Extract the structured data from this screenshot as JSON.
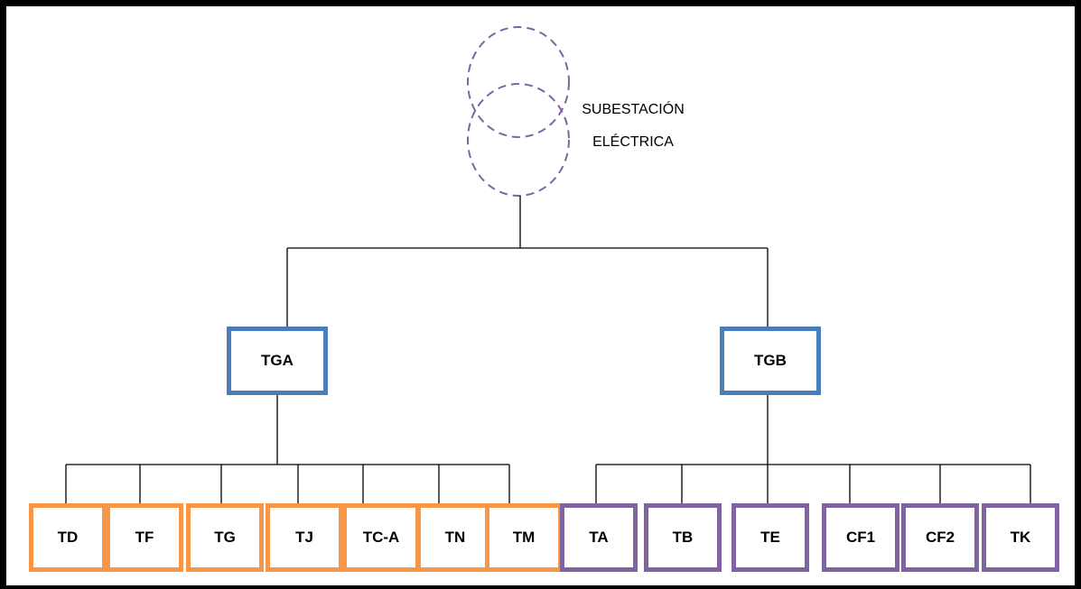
{
  "substation": {
    "label_line1": "SUBESTACIÓN",
    "label_line2": "ELÉCTRICA",
    "color": "#8064a2"
  },
  "main_panels": [
    {
      "label": "TGA",
      "color": "#4a7ebb"
    },
    {
      "label": "TGB",
      "color": "#4a7ebb"
    }
  ],
  "left_group": {
    "parent": "TGA",
    "color": "#f79646",
    "panels": [
      "TD",
      "TF",
      "TG",
      "TJ",
      "TC-A",
      "TN",
      "TM"
    ]
  },
  "right_group": {
    "parent": "TGB",
    "color": "#8064a2",
    "panels": [
      "TA",
      "TB",
      "TE",
      "CF1",
      "CF2",
      "TK"
    ]
  }
}
